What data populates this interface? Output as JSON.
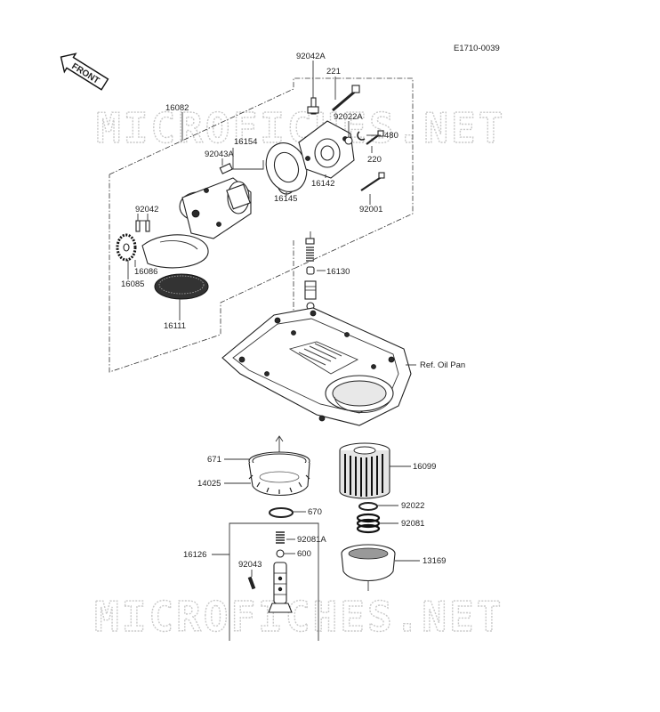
{
  "diagram_id": "E1710-0039",
  "front_label": "FRONT",
  "watermarks": [
    "MICROFICHES.NET",
    "MICROFICHES.NET"
  ],
  "labels": {
    "p92042A": "92042A",
    "p221": "221",
    "p16082": "16082",
    "p92022A": "92022A",
    "p480": "480",
    "p16154": "16154",
    "p92043A": "92043A",
    "p220": "220",
    "p16142": "16142",
    "p16145": "16145",
    "p92001": "92001",
    "p92042": "92042",
    "p16086": "16086",
    "p16085": "16085",
    "p16130": "16130",
    "p16111": "16111",
    "ref_oil_pan": "Ref. Oil Pan",
    "p671": "671",
    "p16099": "16099",
    "p14025": "14025",
    "p92022": "92022",
    "p670": "670",
    "p92081": "92081",
    "p16126": "16126",
    "p92081A": "92081A",
    "p600": "600",
    "p13169": "13169",
    "p92043": "92043"
  }
}
